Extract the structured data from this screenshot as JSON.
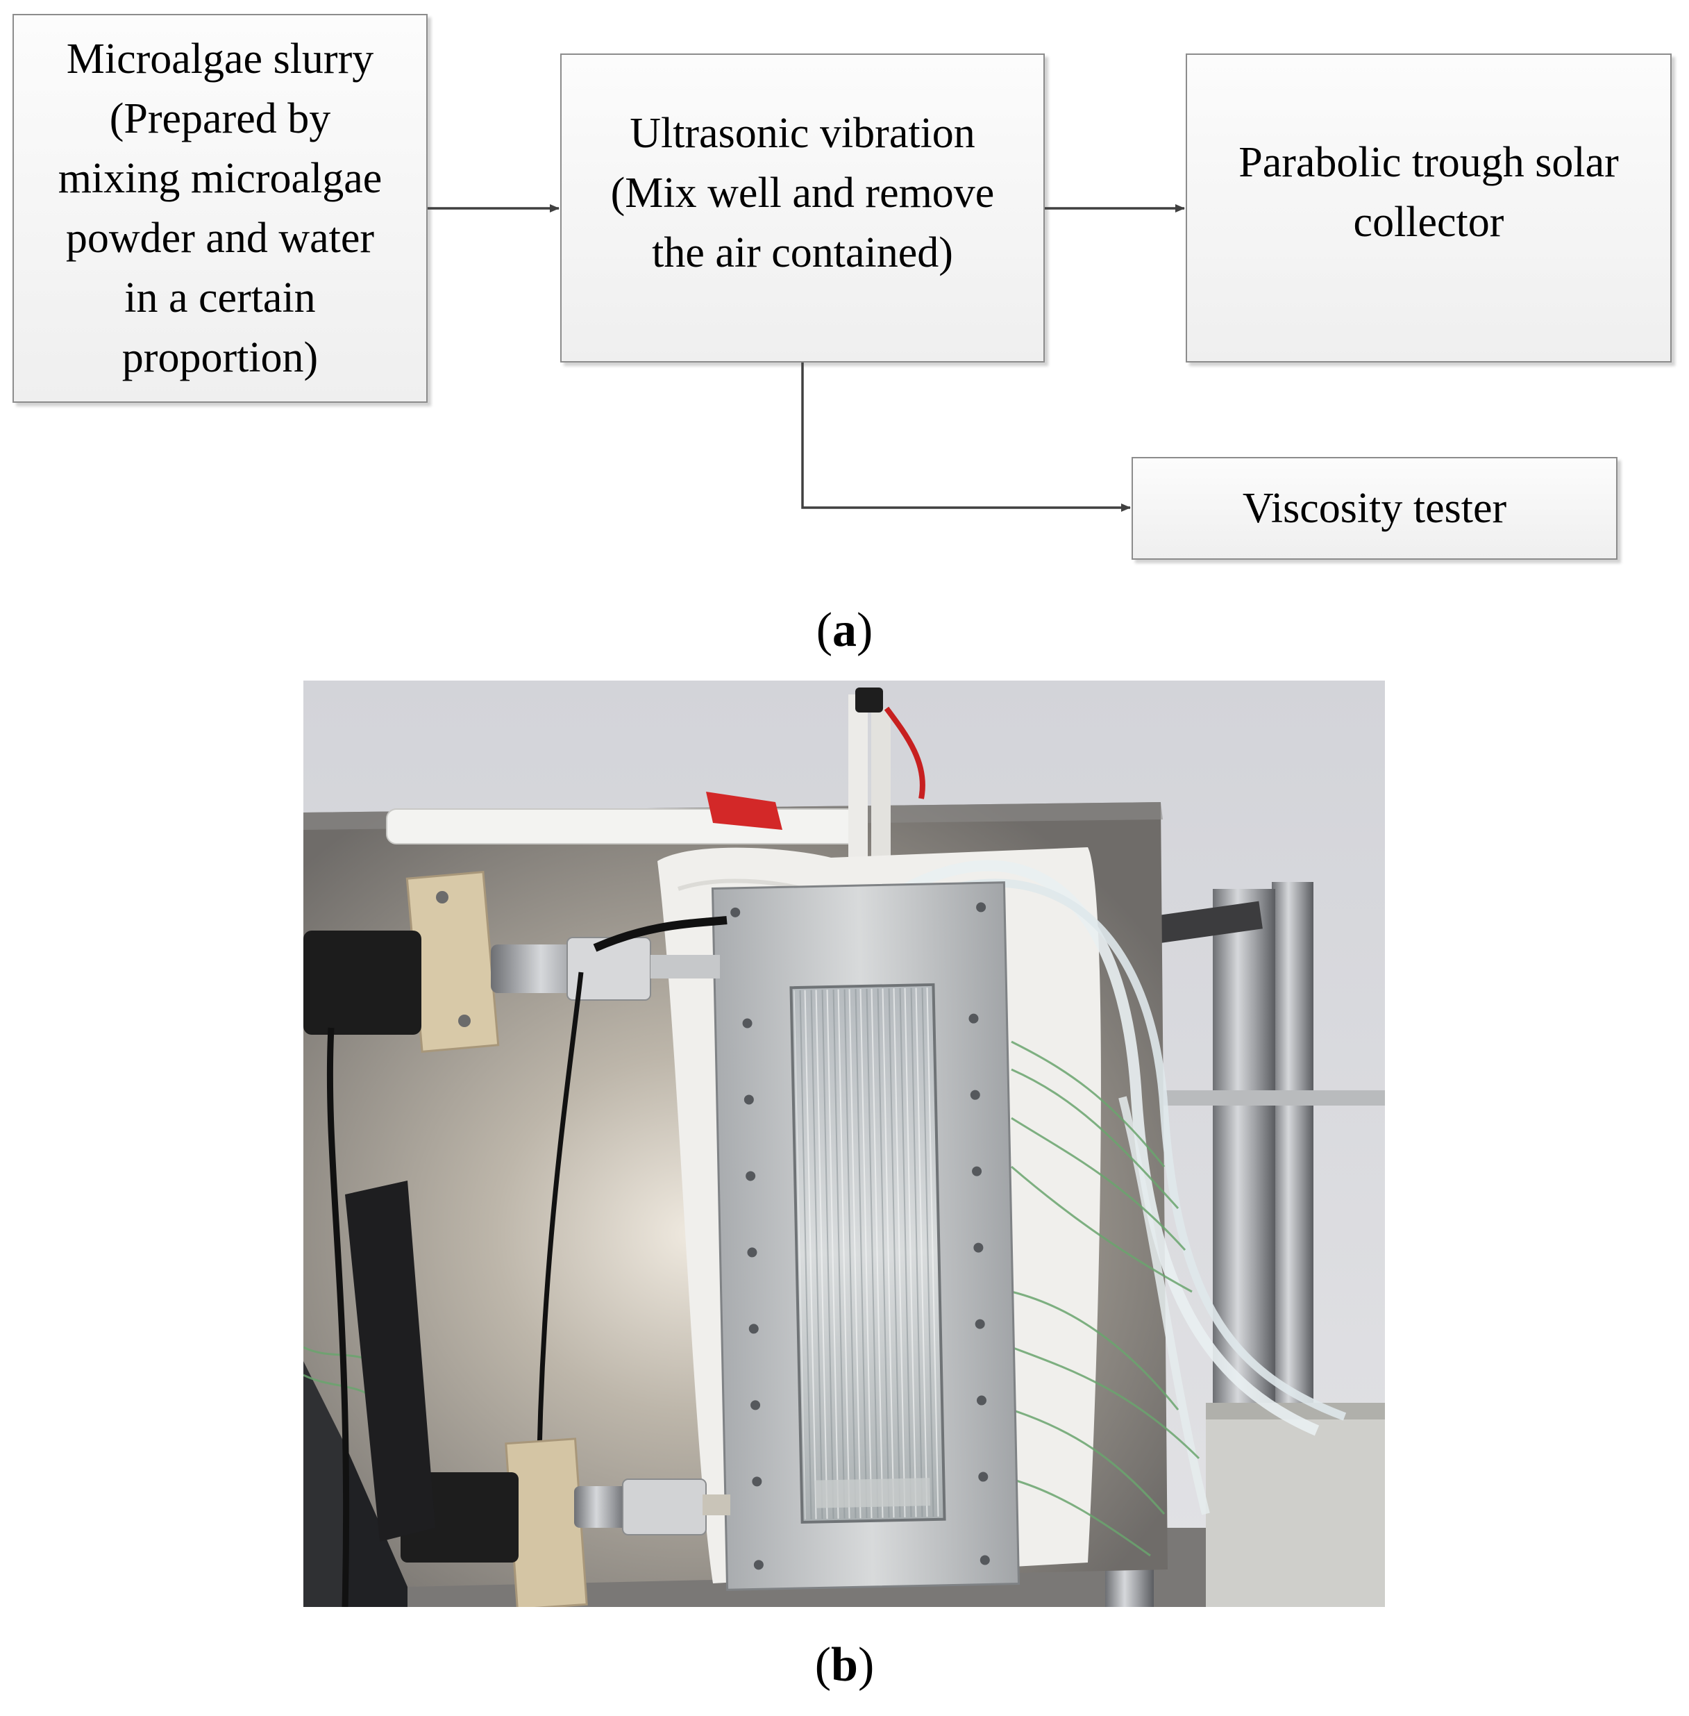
{
  "flowchart": {
    "slurry": "Microalgae slurry\n(Prepared by\nmixing microalgae\npowder and water\nin a certain\nproportion)",
    "ultrasonic": "Ultrasonic vibration\n(Mix well and remove\nthe air contained)",
    "collector": "Parabolic trough solar\ncollector",
    "viscosity": "Viscosity tester"
  },
  "captions": {
    "a_open": "(",
    "a_letter": "a",
    "a_close": ")",
    "b_open": "(",
    "b_letter": "b",
    "b_close": ")"
  },
  "colors": {
    "box_border": "#8c8c8c",
    "arrow": "#404040"
  }
}
